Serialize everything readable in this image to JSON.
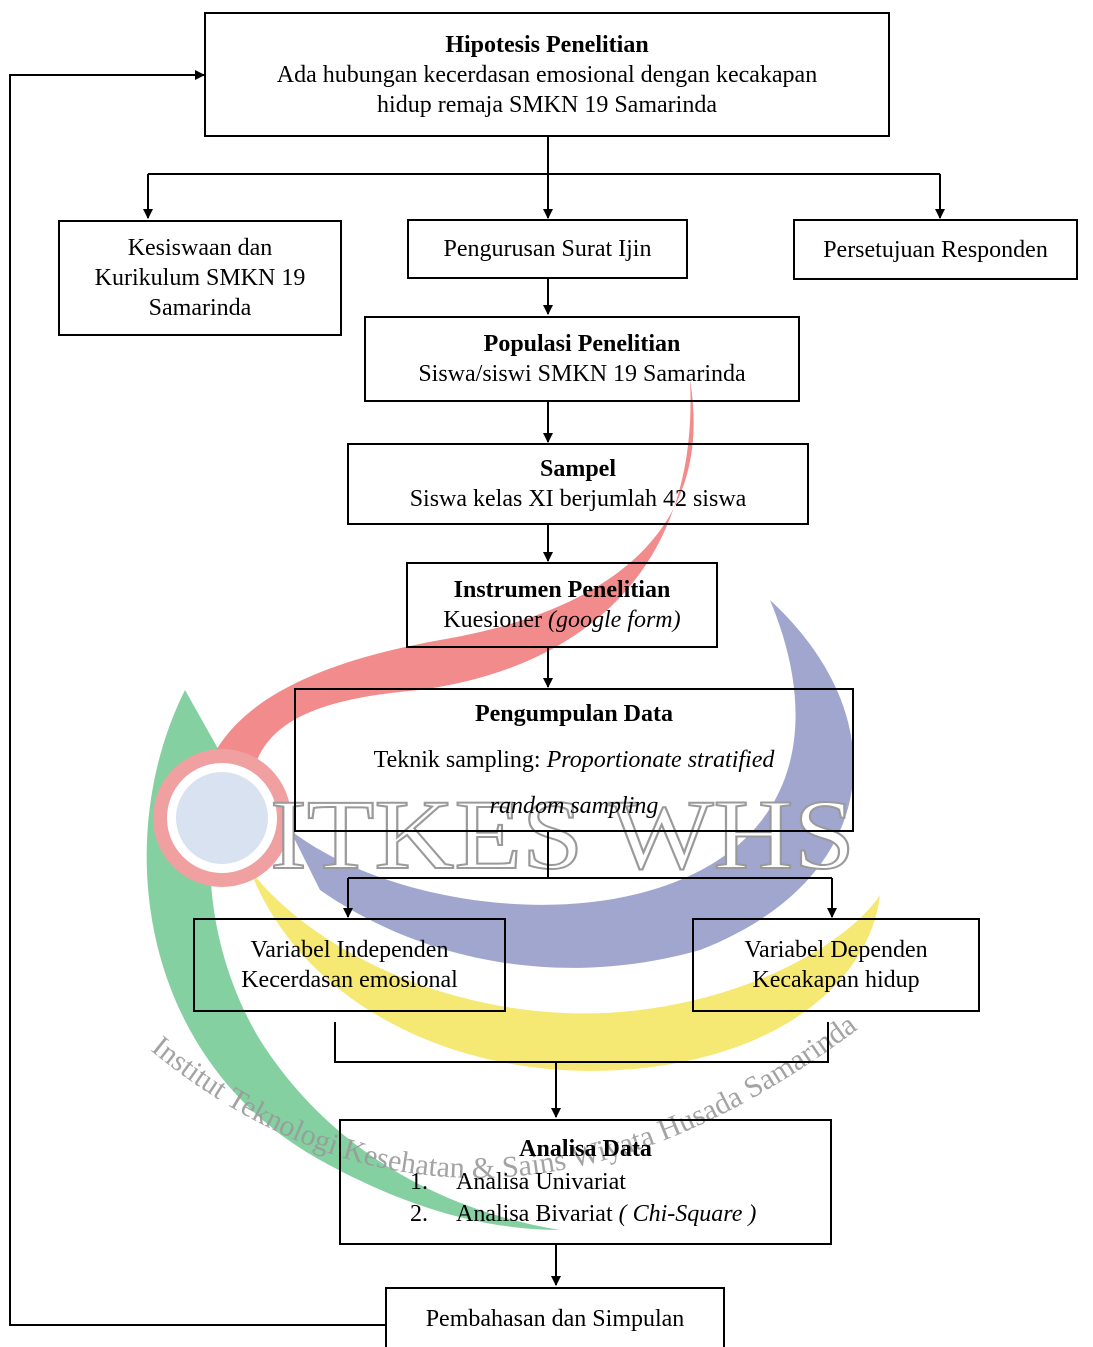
{
  "diagram": {
    "hypothesis": {
      "title": "Hipotesis Penelitian",
      "line1": "Ada hubungan kecerdasan emosional dengan kecakapan",
      "line2": "hidup remaja SMKN 19 Samarinda"
    },
    "kesiswaan": {
      "line1": "Kesiswaan dan",
      "line2": "Kurikulum SMKN 19",
      "line3": "Samarinda"
    },
    "surat_ijin": {
      "label": "Pengurusan Surat Ijin"
    },
    "persetujuan": {
      "label": "Persetujuan Responden"
    },
    "populasi": {
      "title": "Populasi Penelitian",
      "line1": "Siswa/siswi SMKN 19 Samarinda"
    },
    "sampel": {
      "title": "Sampel",
      "line1": "Siswa kelas XI berjumlah 42 siswa"
    },
    "instrumen": {
      "title": "Instrumen Penelitian",
      "line1_prefix": "Kuesioner ",
      "line1_italic": "(google form)"
    },
    "pengumpulan": {
      "title": "Pengumpulan Data",
      "line1_prefix": "Teknik sampling: ",
      "line1_italic": "Proportionate stratified",
      "line2_italic": "random sampling"
    },
    "independen": {
      "line1": "Variabel Independen",
      "line2": "Kecerdasan emosional"
    },
    "dependen": {
      "line1": "Variabel Dependen",
      "line2": "Kecakapan hidup"
    },
    "analisa": {
      "title": "Analisa Data",
      "item1_num": "1.",
      "item1": "Analisa Univariat",
      "item2_num": "2.",
      "item2_prefix": "Analisa Bivariat ",
      "item2_italic": "( Chi-Square )"
    },
    "pembahasan": {
      "label": "Pembahasan dan Simpulan"
    }
  },
  "watermark": {
    "logo_text": "ITKES WHS",
    "arc_text": "Institut Teknologi Kesehatan & Sains Wiyata Husada Samarinda",
    "colors": {
      "red": "#ef6f6f",
      "blue": "#8f96c6",
      "green": "#6ec891",
      "yellow": "#f3e45a",
      "ring": "#f0a0a0",
      "text": "#9a9a9a"
    }
  }
}
